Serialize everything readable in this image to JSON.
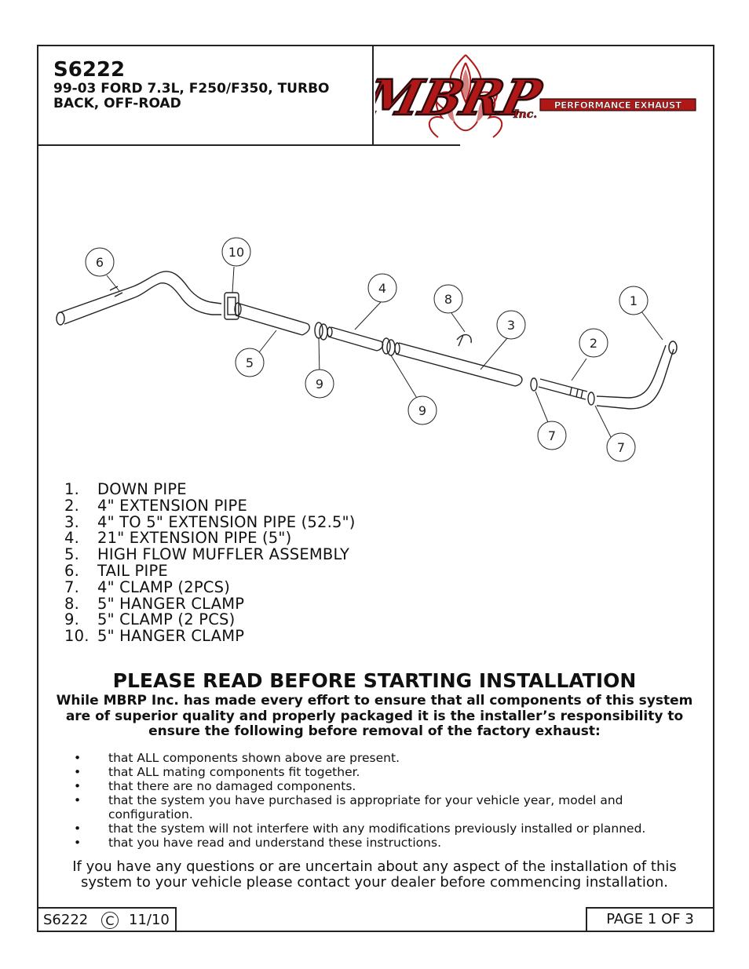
{
  "header": {
    "part_number": "S6222",
    "subtitle": "99-03 FORD 7.3L, F250/F350, TURBO BACK, OFF-ROAD",
    "brand": "MBRP",
    "brand_suffix": "Inc.",
    "brand_tagline": "PERFORMANCE EXHAUST"
  },
  "diagram": {
    "callouts": [
      "1",
      "2",
      "3",
      "4",
      "5",
      "6",
      "7",
      "7",
      "8",
      "9",
      "9",
      "10"
    ]
  },
  "parts_list": [
    {
      "num": "1.",
      "label": "DOWN PIPE"
    },
    {
      "num": "2.",
      "label": "4\" EXTENSION PIPE"
    },
    {
      "num": "3.",
      "label": "4\" TO 5\" EXTENSION PIPE (52.5\")"
    },
    {
      "num": "4.",
      "label": "21\" EXTENSION PIPE (5\")"
    },
    {
      "num": "5.",
      "label": "HIGH FLOW MUFFLER ASSEMBLY"
    },
    {
      "num": "6.",
      "label": "TAIL PIPE"
    },
    {
      "num": "7.",
      "label": "4\" CLAMP (2PCS)"
    },
    {
      "num": "8.",
      "label": "5\" HANGER CLAMP"
    },
    {
      "num": "9.",
      "label": "5\" CLAMP (2 PCS)"
    },
    {
      "num": "10.",
      "label": "5\" HANGER CLAMP"
    }
  ],
  "notice": {
    "title": "PLEASE READ BEFORE STARTING INSTALLATION",
    "body": "While MBRP Inc. has made every effort to ensure that all components of this system are of superior quality and properly packaged it is the installer’s responsibility to ensure the following before removal of the factory exhaust:",
    "bullet": "•",
    "checks": [
      "that ALL components shown above are present.",
      "that ALL mating components fit together.",
      "that there are no damaged components.",
      "that the system you have purchased is appropriate for your vehicle year, model and configuration.",
      "that the system will not interfere with any modifications previously installed or planned.",
      "that you have read and understand these instructions."
    ],
    "closing": "If you have any questions or are uncertain about any aspect of the installation of this system to your vehicle please contact your dealer before commencing installation."
  },
  "footer": {
    "code": "S6222",
    "copyright_symbol": "C",
    "date": "11/10",
    "page": "PAGE 1 OF 3"
  },
  "colors": {
    "logo_red": "#b01818",
    "logo_dark": "#2a0a0a",
    "line": "#222222"
  }
}
